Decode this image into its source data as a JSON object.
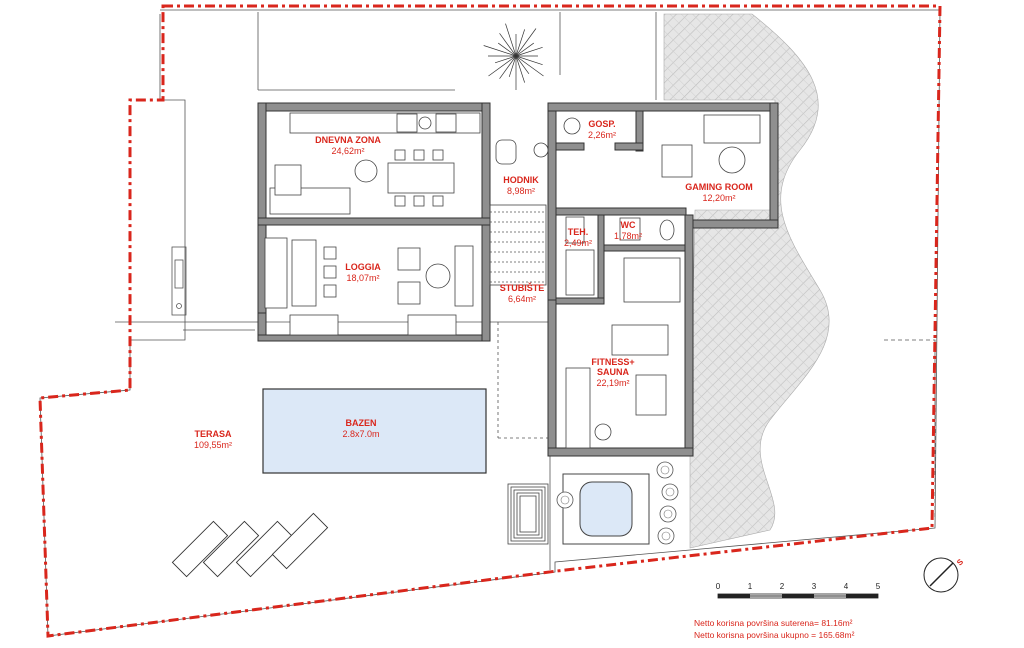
{
  "rooms": {
    "dnevna": {
      "name": "DNEVNA ZONA",
      "area": "24,62m²"
    },
    "hodnik": {
      "name": "HODNIK",
      "area": "8,98m²"
    },
    "gosp": {
      "name": "GOSP.",
      "area": "2,26m²"
    },
    "gaming": {
      "name": "GAMING ROOM",
      "area": "12,20m²"
    },
    "teh": {
      "name": "TEH.",
      "area": "2,49m²"
    },
    "wc": {
      "name": "WC",
      "area": "1,78m²"
    },
    "loggia": {
      "name": "LOGGIA",
      "area": "18,07m²"
    },
    "stubiste": {
      "name": "STUBIŠTE",
      "area": "6,64m²"
    },
    "fitness": {
      "name1": "FITNESS+",
      "name2": "SAUNA",
      "area": "22,19m²"
    },
    "bazen": {
      "name": "BAZEN",
      "area": "2.8x7.0m"
    },
    "terasa": {
      "name": "TERASA",
      "area": "109,55m²"
    }
  },
  "scale_bar": {
    "ticks": [
      "0",
      "1",
      "2",
      "3",
      "4",
      "5"
    ]
  },
  "north_arrow": {
    "label": "S"
  },
  "summary": {
    "line1": "Netto korisna površina suterena= 81.16m²",
    "line2": "Netto korisna površina ukupno = 165.68m²"
  },
  "colors": {
    "boundary": "#d9261c",
    "labels": "#d9261c",
    "pool": "#dce8f7",
    "walls": "#8f8f8f"
  }
}
